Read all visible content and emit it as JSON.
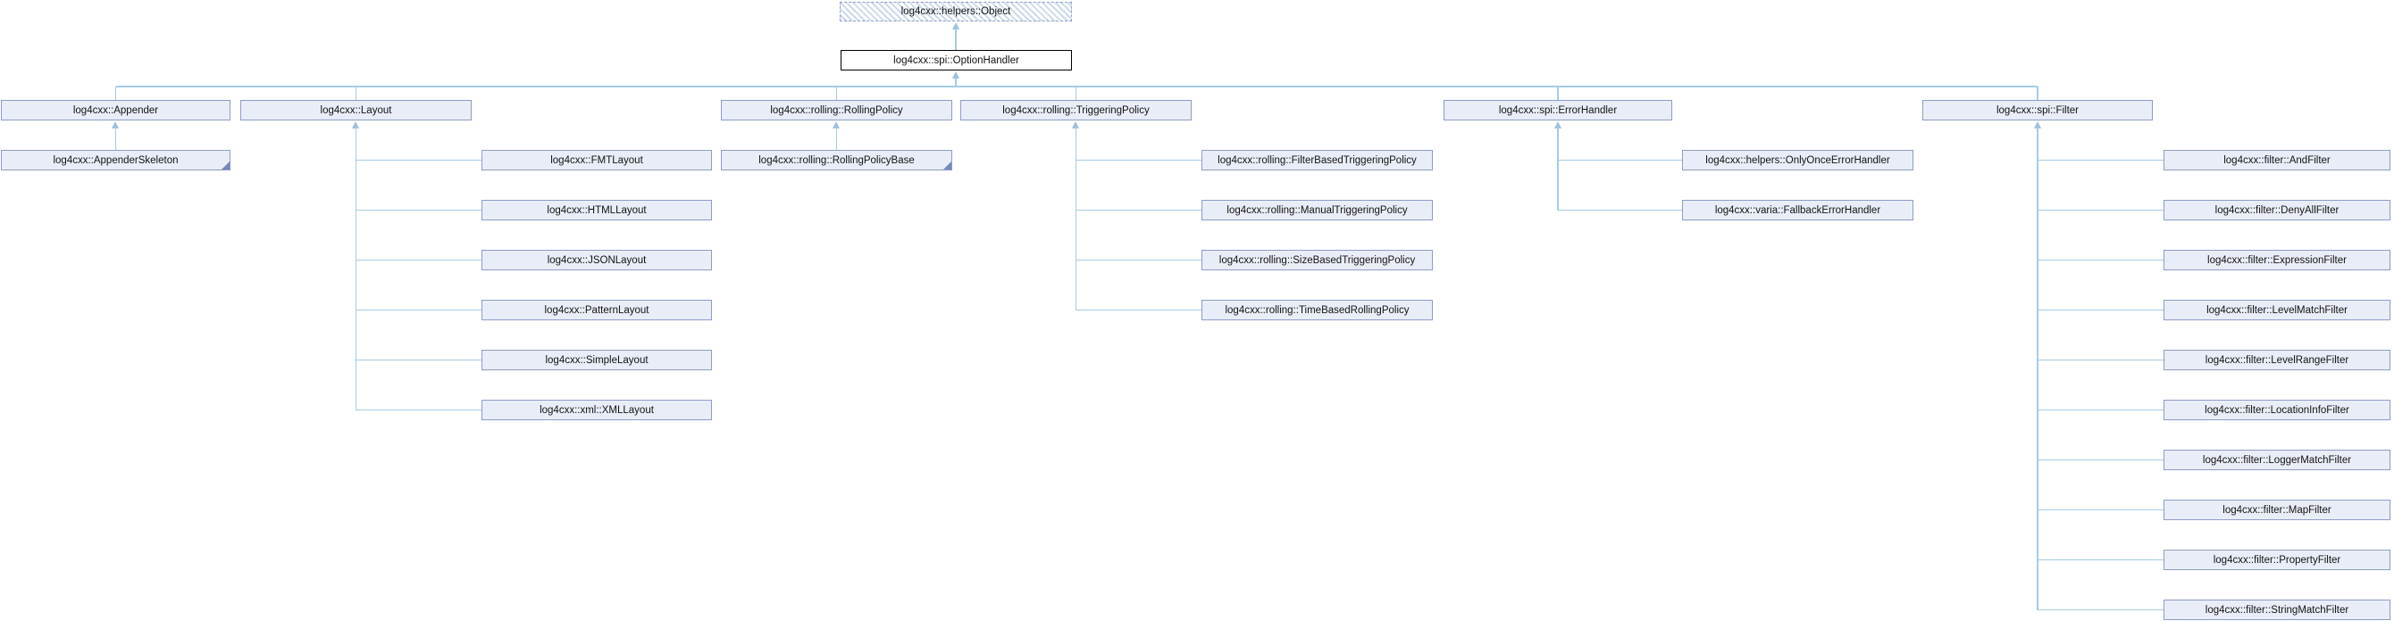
{
  "page": {
    "background": "#ffffff"
  },
  "diagram": {
    "type": "class-inheritance-graph",
    "nodes": {
      "root": {
        "label": "log4cxx::helpers::Object",
        "style": "abstract-hatched"
      },
      "option_handler": {
        "label": "log4cxx::spi::OptionHandler",
        "style": "highlighted"
      }
    },
    "groups": [
      {
        "parent": {
          "label": "log4cxx::Appender"
        },
        "children": [
          {
            "label": "log4cxx::AppenderSkeleton",
            "truncated": true
          }
        ]
      },
      {
        "parent": {
          "label": "log4cxx::Layout"
        },
        "children": [
          {
            "label": "log4cxx::FMTLayout"
          },
          {
            "label": "log4cxx::HTMLLayout"
          },
          {
            "label": "log4cxx::JSONLayout"
          },
          {
            "label": "log4cxx::PatternLayout"
          },
          {
            "label": "log4cxx::SimpleLayout"
          },
          {
            "label": "log4cxx::xml::XMLLayout"
          }
        ]
      },
      {
        "parent": {
          "label": "log4cxx::rolling::RollingPolicy"
        },
        "children": [
          {
            "label": "log4cxx::rolling::RollingPolicyBase",
            "truncated": true
          }
        ]
      },
      {
        "parent": {
          "label": "log4cxx::rolling::TriggeringPolicy"
        },
        "children": [
          {
            "label": "log4cxx::rolling::FilterBasedTriggeringPolicy"
          },
          {
            "label": "log4cxx::rolling::ManualTriggeringPolicy"
          },
          {
            "label": "log4cxx::rolling::SizeBasedTriggeringPolicy"
          },
          {
            "label": "log4cxx::rolling::TimeBasedRollingPolicy"
          }
        ]
      },
      {
        "parent": {
          "label": "log4cxx::spi::ErrorHandler"
        },
        "children": [
          {
            "label": "log4cxx::helpers::OnlyOnceErrorHandler"
          },
          {
            "label": "log4cxx::varia::FallbackErrorHandler"
          }
        ]
      },
      {
        "parent": {
          "label": "log4cxx::spi::Filter"
        },
        "children": [
          {
            "label": "log4cxx::filter::AndFilter"
          },
          {
            "label": "log4cxx::filter::DenyAllFilter"
          },
          {
            "label": "log4cxx::filter::ExpressionFilter"
          },
          {
            "label": "log4cxx::filter::LevelMatchFilter"
          },
          {
            "label": "log4cxx::filter::LevelRangeFilter"
          },
          {
            "label": "log4cxx::filter::LocationInfoFilter"
          },
          {
            "label": "log4cxx::filter::LoggerMatchFilter"
          },
          {
            "label": "log4cxx::filter::MapFilter"
          },
          {
            "label": "log4cxx::filter::PropertyFilter"
          },
          {
            "label": "log4cxx::filter::StringMatchFilter"
          }
        ]
      }
    ],
    "colors": {
      "node_fill": "#e9edf7",
      "node_border": "#8d9cc8",
      "root_hatch_stripe": "#ccd9ec",
      "option_border": "#000000",
      "edge_line": "#a5cbe5",
      "arrowhead": "#9cc2de",
      "fold_marker": "#7687b8",
      "text": "#131313"
    }
  }
}
